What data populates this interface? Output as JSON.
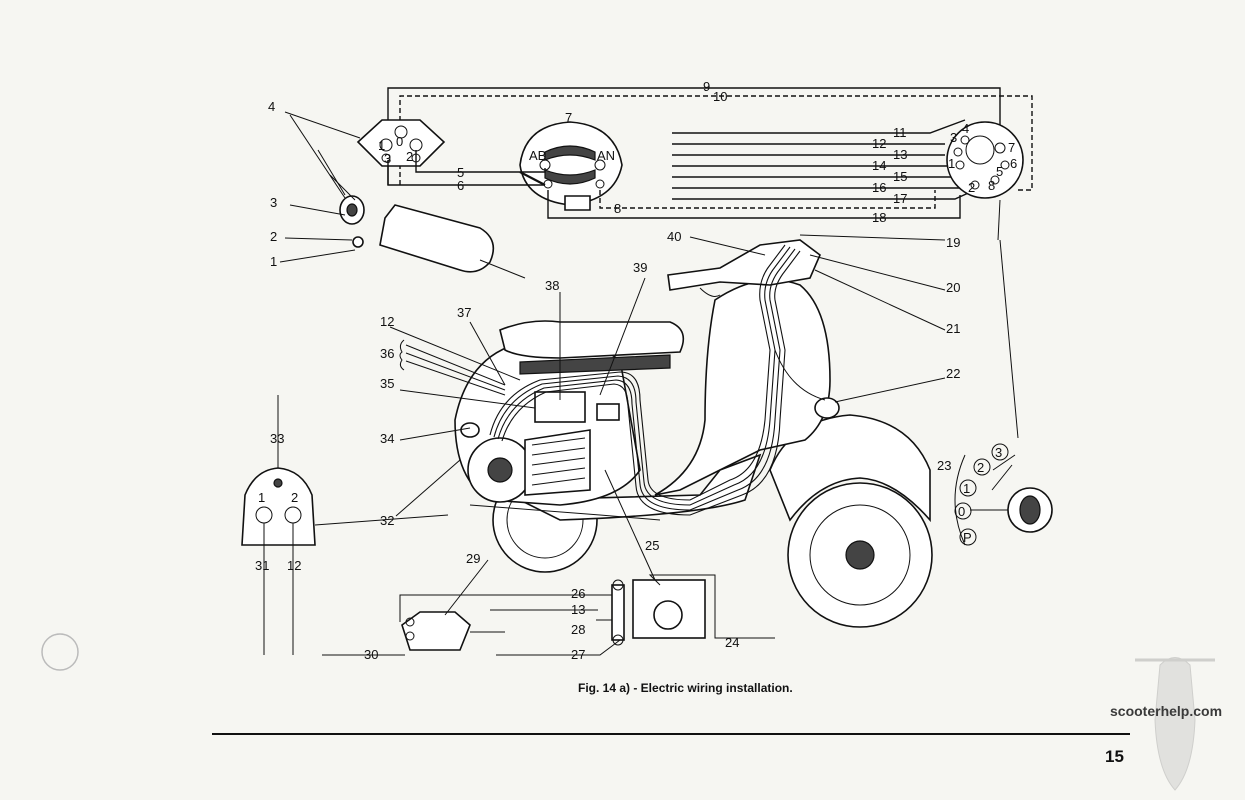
{
  "caption": "Fig. 14 a) - Electric wiring installation.",
  "page_number": "15",
  "watermark": "scooterhelp.com",
  "labels": {
    "l1": "1",
    "l2": "2",
    "l3": "3",
    "l4": "4",
    "l5": "5",
    "l6": "6",
    "l7": "7",
    "l8": "8",
    "l9": "9",
    "l10": "10",
    "l11": "11",
    "l12a": "12",
    "l13a": "13",
    "l14": "14",
    "l15": "15",
    "l16": "16",
    "l17": "17",
    "l18": "18",
    "l19": "19",
    "l20": "20",
    "l21": "21",
    "l22": "22",
    "l23": "23",
    "l24": "24",
    "l25": "25",
    "l26": "26",
    "l13b": "13",
    "l28": "28",
    "l27": "27",
    "l29": "29",
    "l30": "30",
    "l31": "31",
    "l12b": "12",
    "l32": "32",
    "l33": "33",
    "l34": "34",
    "l35": "35",
    "l36": "36",
    "l37": "37",
    "l12c": "12",
    "l38": "38",
    "l39": "39",
    "l40": "40"
  },
  "switch_marks": {
    "ab": "AB",
    "an": "AN",
    "b0": "0",
    "b1": "1",
    "b2": "2",
    "b3": "3",
    "c1": "1",
    "c2": "2",
    "s1": "1",
    "s2": "2",
    "s3": "3",
    "s4": "4",
    "s5": "5",
    "s6": "6",
    "s7": "7",
    "s8": "8",
    "pos3": "3",
    "pos2": "2",
    "pos1": "1",
    "pos0": "0",
    "posP": "P"
  }
}
